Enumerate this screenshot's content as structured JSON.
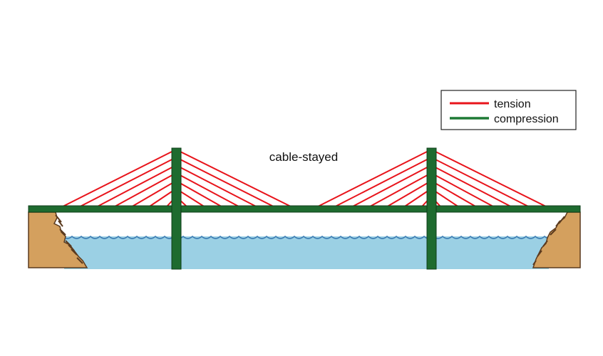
{
  "diagram": {
    "title": "cable-stayed",
    "legend": [
      {
        "label": "tension",
        "color": "#e8141b"
      },
      {
        "label": "compression",
        "color": "#1e7a35"
      }
    ],
    "colors": {
      "water": "#9bd0e4",
      "wave": "#3f7fb5",
      "bank": "#d4a05e",
      "bank_edge": "#5b3a1e",
      "deck": "#1e6b2f",
      "cable": "#e8141b"
    },
    "cables_per_side": 7,
    "towers": 2
  }
}
